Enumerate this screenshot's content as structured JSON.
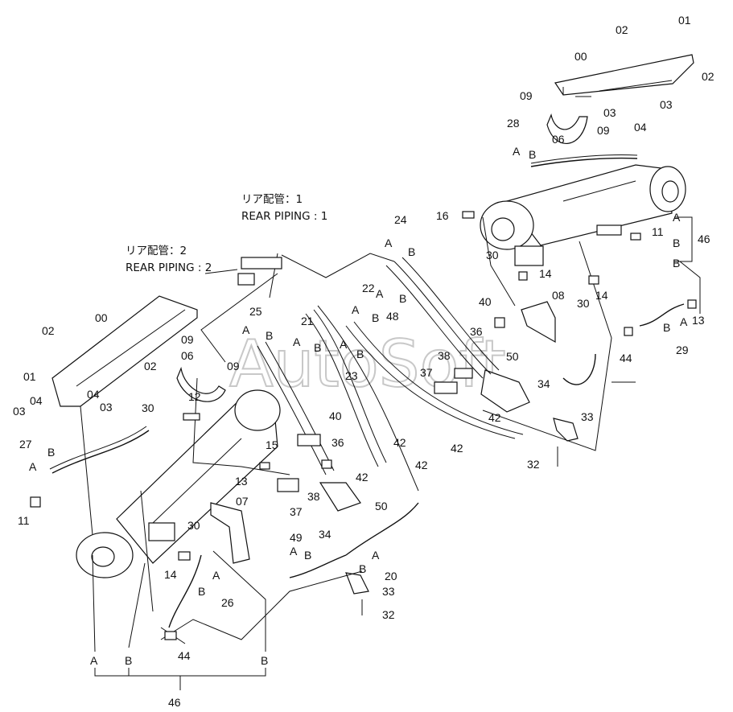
{
  "captions": {
    "rear1_jp": "リア配管：1",
    "rear1_en": "REAR  PIPING  :  1",
    "rear2_jp": "リア配管：2",
    "rear2_en": "REAR  PIPING  :  2"
  },
  "watermark": "AutoSoft",
  "labels": [
    {
      "id": "r-01",
      "text": "01"
    },
    {
      "id": "r-02a",
      "text": "02"
    },
    {
      "id": "r-02b",
      "text": "02"
    },
    {
      "id": "r-00",
      "text": "00"
    },
    {
      "id": "r-09a",
      "text": "09"
    },
    {
      "id": "r-03a",
      "text": "03"
    },
    {
      "id": "r-03b",
      "text": "03"
    },
    {
      "id": "r-04",
      "text": "04"
    },
    {
      "id": "r-09b",
      "text": "09"
    },
    {
      "id": "r-06",
      "text": "06"
    },
    {
      "id": "r-28",
      "text": "28"
    },
    {
      "id": "r-A28",
      "text": "A"
    },
    {
      "id": "r-B28",
      "text": "B"
    },
    {
      "id": "r-16",
      "text": "16"
    },
    {
      "id": "r-A46",
      "text": "A"
    },
    {
      "id": "r-11",
      "text": "11"
    },
    {
      "id": "r-B46a",
      "text": "B"
    },
    {
      "id": "r-46",
      "text": "46"
    },
    {
      "id": "r-B46b",
      "text": "B"
    },
    {
      "id": "r-30a",
      "text": "30"
    },
    {
      "id": "r-14a",
      "text": "14"
    },
    {
      "id": "r-30b",
      "text": "30"
    },
    {
      "id": "r-14b",
      "text": "14"
    },
    {
      "id": "r-08",
      "text": "08"
    },
    {
      "id": "r-40",
      "text": "40"
    },
    {
      "id": "r-36",
      "text": "36"
    },
    {
      "id": "r-13",
      "text": "13"
    },
    {
      "id": "r-A29",
      "text": "A"
    },
    {
      "id": "r-B29",
      "text": "B"
    },
    {
      "id": "r-29",
      "text": "29"
    },
    {
      "id": "r-44",
      "text": "44"
    },
    {
      "id": "r-34",
      "text": "34"
    },
    {
      "id": "r-33",
      "text": "33"
    },
    {
      "id": "r-32",
      "text": "32"
    },
    {
      "id": "r-24",
      "text": "24"
    },
    {
      "id": "r-A24",
      "text": "A"
    },
    {
      "id": "r-B24",
      "text": "B"
    },
    {
      "id": "r-22",
      "text": "22"
    },
    {
      "id": "r-A48",
      "text": "A"
    },
    {
      "id": "r-B48",
      "text": "B"
    },
    {
      "id": "r-48",
      "text": "48"
    },
    {
      "id": "r-A22",
      "text": "A"
    },
    {
      "id": "r-B22",
      "text": "B"
    },
    {
      "id": "r-A23",
      "text": "A"
    },
    {
      "id": "r-B23",
      "text": "B"
    },
    {
      "id": "r-23",
      "text": "23"
    },
    {
      "id": "r-38",
      "text": "38"
    },
    {
      "id": "r-37",
      "text": "37"
    },
    {
      "id": "r-50",
      "text": "50"
    },
    {
      "id": "r-42a",
      "text": "42"
    },
    {
      "id": "r-42b",
      "text": "42"
    },
    {
      "id": "l-00",
      "text": "00"
    },
    {
      "id": "l-02a",
      "text": "02"
    },
    {
      "id": "l-01",
      "text": "01"
    },
    {
      "id": "l-04a",
      "text": "04"
    },
    {
      "id": "l-03a",
      "text": "03"
    },
    {
      "id": "l-04b",
      "text": "04"
    },
    {
      "id": "l-03b",
      "text": "03"
    },
    {
      "id": "l-27",
      "text": "27"
    },
    {
      "id": "l-B27",
      "text": "B"
    },
    {
      "id": "l-A27",
      "text": "A"
    },
    {
      "id": "l-11",
      "text": "11"
    },
    {
      "id": "l-09a",
      "text": "09"
    },
    {
      "id": "l-06",
      "text": "06"
    },
    {
      "id": "l-09b",
      "text": "09"
    },
    {
      "id": "l-02b",
      "text": "02"
    },
    {
      "id": "l-30a",
      "text": "30"
    },
    {
      "id": "l-12",
      "text": "12"
    },
    {
      "id": "l-25",
      "text": "25"
    },
    {
      "id": "l-A25",
      "text": "A"
    },
    {
      "id": "l-B25",
      "text": "B"
    },
    {
      "id": "l-21",
      "text": "21"
    },
    {
      "id": "l-A21",
      "text": "A"
    },
    {
      "id": "l-B21",
      "text": "B"
    },
    {
      "id": "l-40",
      "text": "40"
    },
    {
      "id": "l-36",
      "text": "36"
    },
    {
      "id": "l-15",
      "text": "15"
    },
    {
      "id": "l-13",
      "text": "13"
    },
    {
      "id": "l-07",
      "text": "07"
    },
    {
      "id": "l-37",
      "text": "37"
    },
    {
      "id": "l-38",
      "text": "38"
    },
    {
      "id": "l-42a",
      "text": "42"
    },
    {
      "id": "l-42b",
      "text": "42"
    },
    {
      "id": "l-42c",
      "text": "42"
    },
    {
      "id": "l-50",
      "text": "50"
    },
    {
      "id": "l-34",
      "text": "34"
    },
    {
      "id": "l-49",
      "text": "49"
    },
    {
      "id": "l-A49",
      "text": "A"
    },
    {
      "id": "l-B49",
      "text": "B"
    },
    {
      "id": "l-A20",
      "text": "A"
    },
    {
      "id": "l-B20",
      "text": "B"
    },
    {
      "id": "l-20",
      "text": "20"
    },
    {
      "id": "l-33",
      "text": "33"
    },
    {
      "id": "l-32",
      "text": "32"
    },
    {
      "id": "l-30b",
      "text": "30"
    },
    {
      "id": "l-14",
      "text": "14"
    },
    {
      "id": "l-A26",
      "text": "A"
    },
    {
      "id": "l-B26",
      "text": "B"
    },
    {
      "id": "l-26",
      "text": "26"
    },
    {
      "id": "l-44",
      "text": "44"
    },
    {
      "id": "l-A46",
      "text": "A"
    },
    {
      "id": "l-B46a",
      "text": "B"
    },
    {
      "id": "l-B46b",
      "text": "B"
    },
    {
      "id": "l-46",
      "text": "46"
    }
  ]
}
